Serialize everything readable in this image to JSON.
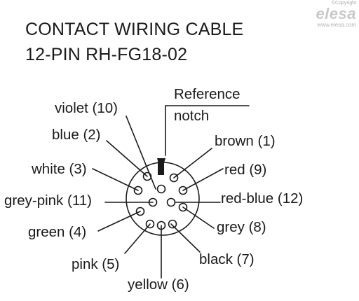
{
  "title": {
    "line1": "CONTACT WIRING CABLE",
    "line2": "12-PIN RH-FG18-02"
  },
  "brand": {
    "copyright": "©Copyright",
    "logo": "elesa",
    "website": "www.elesa.com"
  },
  "reference": {
    "line1": "Reference",
    "line2": "notch"
  },
  "pins": [
    {
      "id": "p1",
      "label": "brown (1)"
    },
    {
      "id": "p2",
      "label": "blue (2)"
    },
    {
      "id": "p3",
      "label": "white (3)"
    },
    {
      "id": "p4",
      "label": "green (4)"
    },
    {
      "id": "p5",
      "label": "pink (5)"
    },
    {
      "id": "p6",
      "label": "yellow (6)"
    },
    {
      "id": "p7",
      "label": "black (7)"
    },
    {
      "id": "p8",
      "label": "grey (8)"
    },
    {
      "id": "p9",
      "label": "red (9)"
    },
    {
      "id": "p10",
      "label": "violet (10)"
    },
    {
      "id": "p11",
      "label": "grey-pink (11)"
    },
    {
      "id": "p12",
      "label": "red-blue (12)"
    }
  ]
}
